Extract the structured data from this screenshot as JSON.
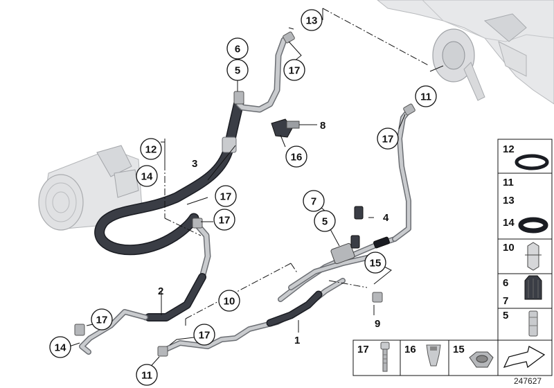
{
  "figure": {
    "reference_number": "247627"
  },
  "callouts": {
    "c1": "1",
    "c2": "2",
    "c3": "3",
    "c4": "4",
    "c5_top": "5",
    "c6": "6",
    "c5_mid": "5",
    "c7": "7",
    "c8": "8",
    "c9": "9",
    "c10": "10",
    "c11_right": "11",
    "c11_bottom": "11",
    "c12": "12",
    "c13": "13",
    "c14_left": "14",
    "c14_bottom": "14",
    "c15": "15",
    "c16": "16",
    "c17_top": "17",
    "c17_right": "17",
    "c17_a": "17",
    "c17_b": "17",
    "c17_left": "17",
    "c17_bottom": "17"
  },
  "legend_right": {
    "cell_12": "12",
    "cell_11_13_a": "11",
    "cell_11_13_b": "13",
    "cell_14": "14",
    "cell_10": "10",
    "cell_6_7_a": "6",
    "cell_6_7_b": "7",
    "cell_5": "5"
  },
  "legend_bottom": {
    "cell_17": "17",
    "cell_16": "16",
    "cell_15": "15"
  },
  "colors": {
    "hose_dark": "#3a3d45",
    "hose_edge": "#1a1c22",
    "pipe_light": "#c9cbce",
    "pipe_edge": "#6b6e73",
    "part_gray": "#b5b7ba",
    "ghost_gray": "#d6d7d9"
  }
}
